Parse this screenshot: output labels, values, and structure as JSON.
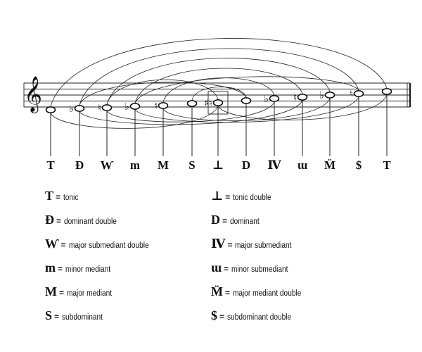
{
  "clef": "treble-clef-icon",
  "notes": [
    {
      "symbol": "T",
      "accidental": ""
    },
    {
      "symbol": "Ɖ",
      "accidental": "♭"
    },
    {
      "symbol": "Ⱳ",
      "accidental": "♮"
    },
    {
      "symbol": "m",
      "accidental": "♭"
    },
    {
      "symbol": "M",
      "accidental": "♮"
    },
    {
      "symbol": "S",
      "accidental": ""
    },
    {
      "symbol": "⊥",
      "accidental": "♯♮"
    },
    {
      "symbol": "D",
      "accidental": ""
    },
    {
      "symbol": "Ⅳ",
      "accidental": "♭"
    },
    {
      "symbol": "ɯ",
      "accidental": "♮"
    },
    {
      "symbol": "M̈",
      "accidental": "♭"
    },
    {
      "symbol": "$",
      "accidental": "♮"
    },
    {
      "symbol": "T",
      "accidental": ""
    }
  ],
  "legend": [
    {
      "symbol": "T",
      "description": "tonic"
    },
    {
      "symbol": "⊥",
      "description": "tonic double"
    },
    {
      "symbol": "Ɖ",
      "description": "dominant double"
    },
    {
      "symbol": "D",
      "description": "dominant"
    },
    {
      "symbol": "Ⱳ",
      "description": "major submediant double"
    },
    {
      "symbol": "Ⅳ",
      "description": "major submediant"
    },
    {
      "symbol": "m",
      "description": "minor mediant"
    },
    {
      "symbol": "ɯ",
      "description": "minor submediant"
    },
    {
      "symbol": "M",
      "description": "major mediant"
    },
    {
      "symbol": "M̈",
      "description": "major mediant double"
    },
    {
      "symbol": "S",
      "description": "subdominant"
    },
    {
      "symbol": "$",
      "description": "subdominant double"
    }
  ],
  "legend_separator": "="
}
